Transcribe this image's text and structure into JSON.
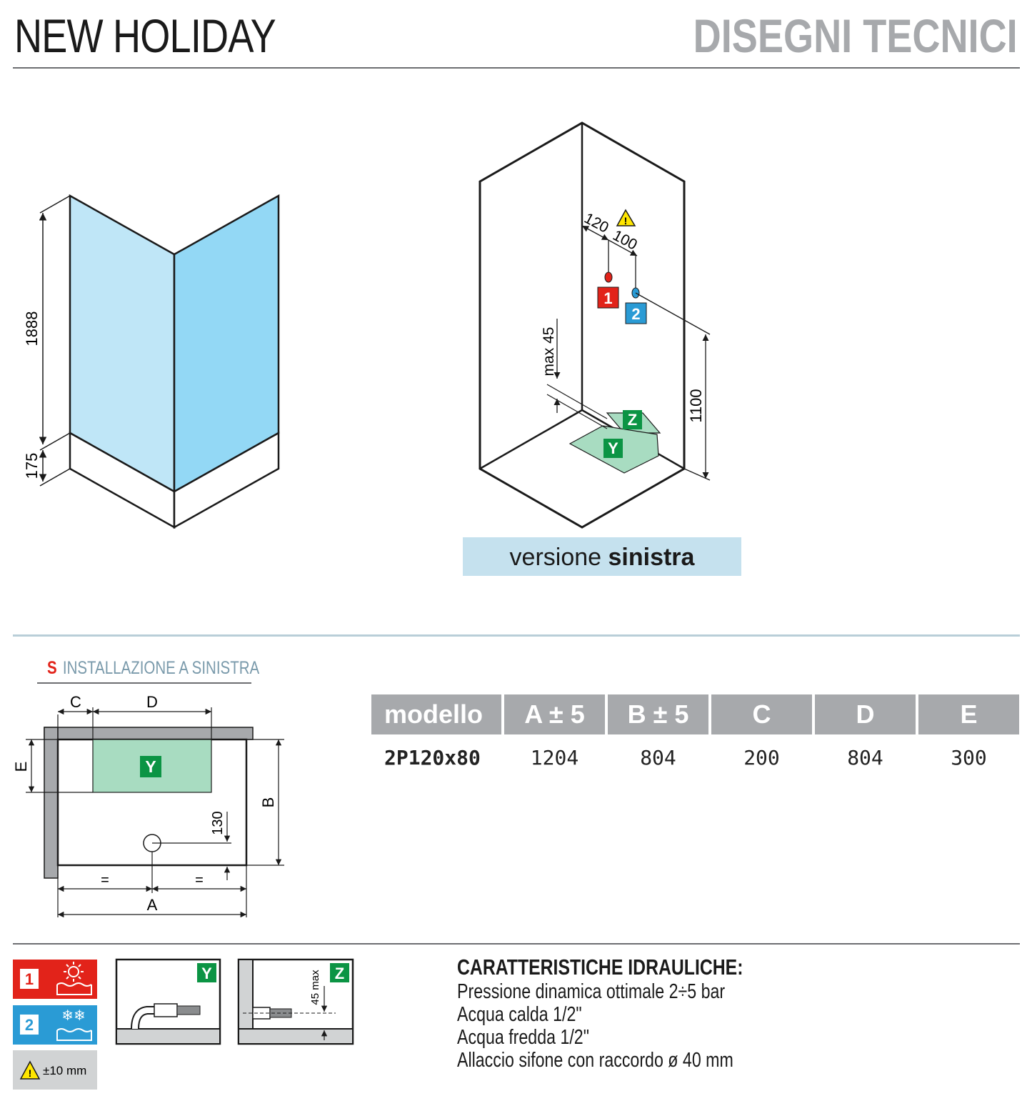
{
  "header": {
    "brand": "NEW HOLIDAY",
    "title": "DISEGNI TECNICI"
  },
  "front_drawing": {
    "dim_height": "1888",
    "dim_base": "175"
  },
  "plumbing_drawing": {
    "dim_hot": "120",
    "dim_cold": "100",
    "dim_drain_max": "max 45",
    "dim_height": "1100",
    "hot_marker": "1",
    "cold_marker": "2",
    "zone_z": "Z",
    "zone_y": "Y"
  },
  "version": {
    "prefix": "versione ",
    "emphasis": "sinistra"
  },
  "installation": {
    "code": "S",
    "label": "INSTALLAZIONE A SINISTRA"
  },
  "plan": {
    "dim_c": "C",
    "dim_d": "D",
    "dim_e": "E",
    "dim_b": "B",
    "dim_a": "A",
    "dim_drain": "130",
    "equal_left": "=",
    "equal_right": "=",
    "zone_y": "Y"
  },
  "spec_table": {
    "headers": [
      "modello",
      "A ± 5",
      "B ± 5",
      "C",
      "D",
      "E"
    ],
    "rows": [
      [
        "2P120x80",
        "1204",
        "804",
        "200",
        "804",
        "300"
      ]
    ]
  },
  "legend": {
    "hot_number": "1",
    "cold_number": "2",
    "tolerance": "±10 mm",
    "y_label": "Y",
    "z_label": "Z",
    "z_dim": "45 max",
    "hot_color": "#e2231a",
    "cold_color": "#2a9bd5",
    "zone_color": "#0b9444"
  },
  "hydraulics": {
    "title": "CARATTERISTICHE IDRAULICHE:",
    "lines": [
      "Pressione dinamica ottimale 2÷5 bar",
      "Acqua calda 1/2\"",
      "Acqua fredda 1/2\"",
      "Allaccio sifone con raccordo ø 40 mm"
    ]
  },
  "colors": {
    "title_gray": "#a7a9ac",
    "glass_light": "#bfe6f7",
    "glass_blue": "#93d8f5",
    "version_bg": "#c5e1ee",
    "zone_fill": "#a8dcc1"
  }
}
